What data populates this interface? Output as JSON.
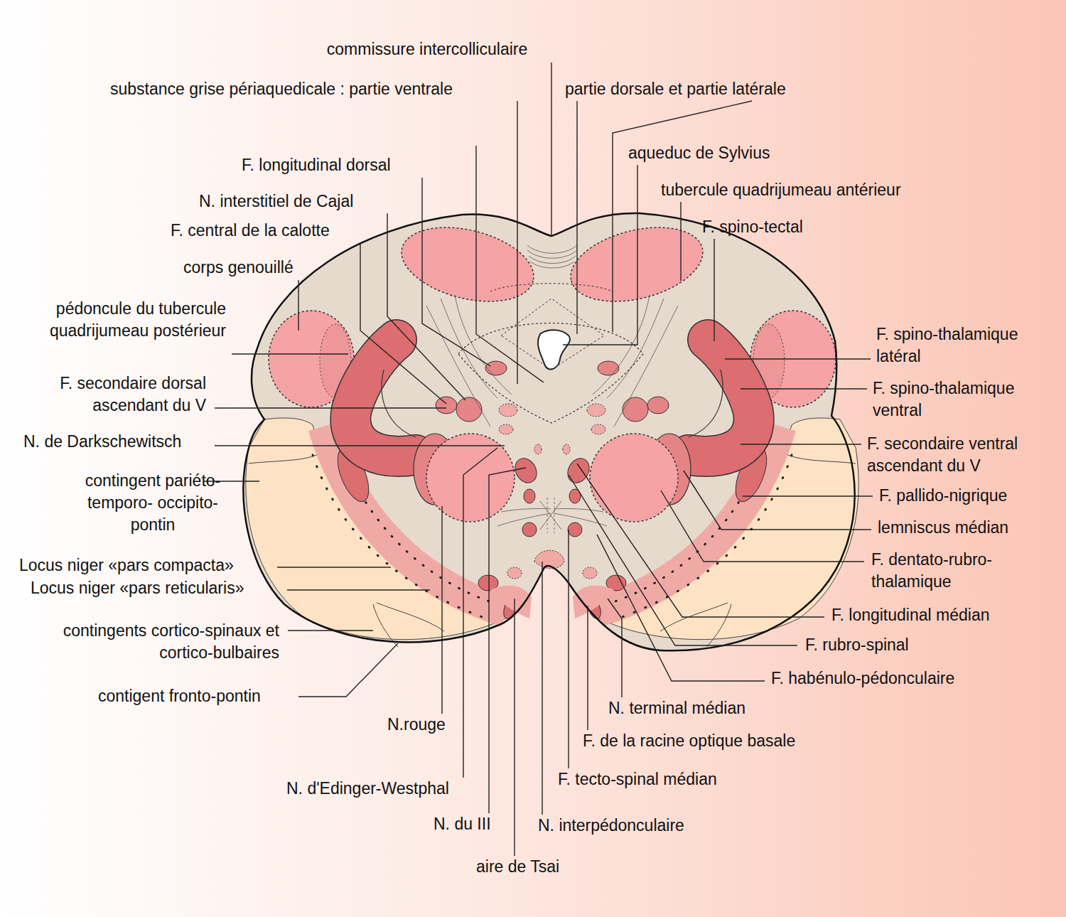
{
  "diagram": {
    "labels": [
      "commissure intercolliculaire",
      "substance grise périaquedicale : partie ventrale",
      "partie dorsale et partie latérale",
      "F. longitudinal dorsal",
      "aqueduc de Sylvius",
      "N. interstitiel de Cajal",
      "tubercule quadrijumeau antérieur",
      "F. spino-tectal",
      "F. central de la calotte",
      "corps genouillé",
      "pédoncule du tubercule quadrijumeau postérieur",
      "F. spino-thalamique latéral",
      "F. secondaire dorsal ascendant du V",
      "F. spino-thalamique ventral",
      "N. de Darkschewitsch",
      "F. secondaire ventral ascendant du V",
      "contingent pariéto-temporo- occipito-pontin",
      "F. pallido-nigrique",
      "lemniscus médian",
      "F. dentato-rubro- thalamique",
      "Locus niger «pars compacta»",
      "Locus niger «pars reticularis»",
      "F. longitudinal médian",
      "contingents cortico-spinaux et cortico-bulbaires",
      "F. rubro-spinal",
      "F. habénulo-pédonculaire",
      "contigent fronto-pontin",
      "N. terminal médian",
      "N.rouge",
      "F. de la racine optique basale",
      "F. tecto-spinal médian",
      "N. d'Edinger-Westphal",
      "N. du III",
      "N. interpédonculaire",
      "aire de Tsai"
    ]
  }
}
